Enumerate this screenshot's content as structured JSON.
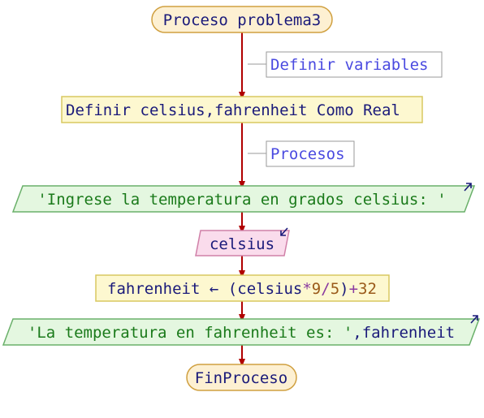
{
  "flowchart": {
    "start": {
      "label": "Proceso problema3"
    },
    "comment_1": {
      "label": "Definir variables"
    },
    "definition": {
      "keyword": "Definir",
      "vars": "celsius,fahrenheit",
      "as_kw": "Como",
      "type": "Real"
    },
    "comment_2": {
      "label": "Procesos"
    },
    "output_1": {
      "text": "'Ingrese la temperatura en grados celsius: '"
    },
    "input_1": {
      "variable": "celsius"
    },
    "assign": {
      "target": "fahrenheit",
      "arrow": "←",
      "open": "(",
      "var": "celsius",
      "mul": "*",
      "n1": "9",
      "div": "/",
      "n2": "5",
      "close": ")",
      "plus": "+",
      "n3": "32"
    },
    "output_2": {
      "text": "'La temperatura en fahrenheit es: '",
      "sep": ",",
      "var": "fahrenheit"
    },
    "end": {
      "label": "FinProceso"
    }
  },
  "colors": {
    "arrow": "#b00000",
    "terminal_fill": "#fdf0d2",
    "terminal_stroke": "#d0a040",
    "process_fill": "#fdf8d0",
    "process_stroke": "#d8c860",
    "io_out_fill": "#e4f7e0",
    "io_out_stroke": "#6ab06a",
    "io_in_fill": "#fadcec",
    "io_in_stroke": "#d080a8",
    "comment_stroke": "#9a9a9a",
    "io_arrow": "#1a1a7a",
    "text_dark": "#1a1a7a",
    "string_green": "#1a7a1a",
    "number_brown": "#9a5a1a",
    "operator_purple": "#8a3aa0"
  }
}
